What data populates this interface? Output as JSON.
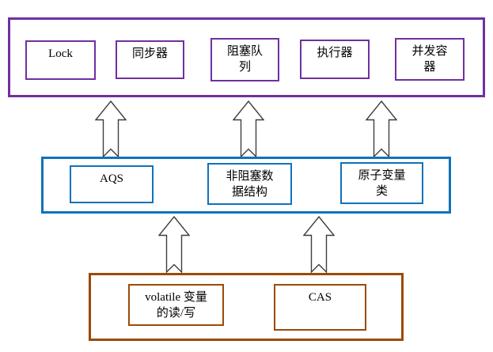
{
  "colors": {
    "background": "#FFFFFF",
    "top_layer_border": "#7030A0",
    "middle_layer_border": "#1072BB",
    "bottom_layer_border": "#9C4A06",
    "arrow_outline": "#3F3F3F",
    "box_text": "#000000"
  },
  "layers": {
    "top": {
      "boxes": [
        {
          "label": "Lock"
        },
        {
          "label": "同步器"
        },
        {
          "label": "阻塞队\n列"
        },
        {
          "label": "执行器"
        },
        {
          "label": "并发容\n器"
        }
      ]
    },
    "middle": {
      "boxes": [
        {
          "label": "AQS"
        },
        {
          "label": "非阻塞数\n据结构"
        },
        {
          "label": "原子变量\n类"
        }
      ]
    },
    "bottom": {
      "boxes": [
        {
          "label": "volatile 变量\n的读/写"
        },
        {
          "label": "CAS"
        }
      ]
    }
  },
  "arrows": {
    "direction": "up",
    "count": 5
  }
}
